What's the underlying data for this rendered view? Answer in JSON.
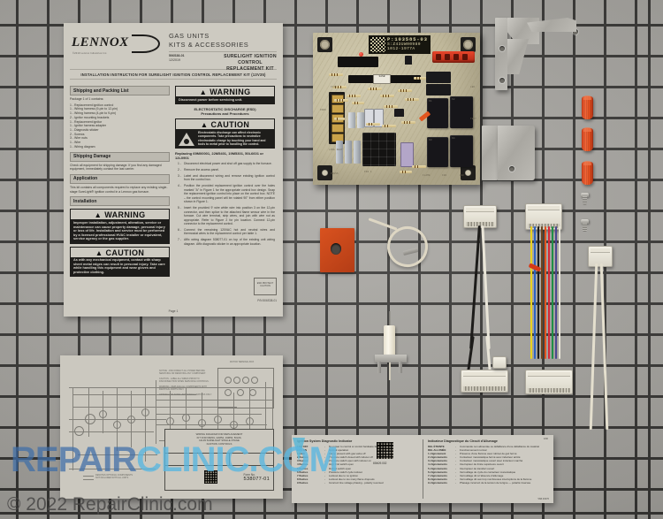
{
  "meta": {
    "watermark_main_dark": "REPAIR",
    "watermark_main_light": "CLINIC.COM",
    "watermark_copyright": "© 2022 RepairClinic.com",
    "colors": {
      "pegboard": "#a3a19c",
      "paper": "#cfccc3",
      "pcb": "#cbc3a6",
      "wirenut_orange": "#e8501f",
      "gasket_orange": "#c8471a",
      "watermark_dark": "#3f6ea8",
      "watermark_light": "#5bb7e0"
    }
  },
  "instruction_sheet": {
    "brand": "LENNOX",
    "trademark": "©2019 Lennox Industries Inc.",
    "header_line1": "GAS UNITS",
    "header_line2": "KITS & ACCESSORIES",
    "doc_code": "506S38-01",
    "doc_date": "12/2019",
    "doc_supersedes": "Supersedes",
    "kit_title_line1": "SURELIGHT IGNITION CONTROL",
    "kit_title_line2": "REPLACEMENT KIT",
    "banner": "INSTALLATION INSTRUCTION FOR SURELIGHT IGNITION CONTROL REPLACEMENT KIT (13V35)",
    "sections": {
      "packing_head": "Shipping and Packing List",
      "packing_intro": "Package 1 of 1 contains:",
      "packing_items": [
        "1 - Replacement ignition control",
        "1 - Wiring harness (9-pin to 12-pin)",
        "1 - Wiring harness (4-pin to 9-pin)",
        "2 - Ignitor mounting brackets",
        "1 - Replacement ignitor",
        "1 - Ignitor harness adapter",
        "1 - Diagnostic sticker",
        "2 - Screws",
        "3 - Wire nuts",
        "1 - Wire",
        "1 - Wiring diagram"
      ],
      "damage_head": "Shipping Damage",
      "damage_text": "Check all equipment for shipping damage. If you find any damaged equipment, immediately contact the last carrier.",
      "application_head": "Application",
      "application_text": "This kit contains all components required to replace any existing single-stage SureLight® ignition control in a Lennox gas furnace.",
      "installation_head": "Installation"
    },
    "warning1": {
      "title": "WARNING",
      "body": "Disconnect power before servicing unit."
    },
    "esd": {
      "line1": "ELECTROSTATIC DISCHARGE (ESD)",
      "line2": "Precautions and Procedures",
      "caution_title": "CAUTION",
      "caution_body": "Electrostatic discharge can affect electronic components. Take precautions to neutralize electrostatic charge by touching your hand and tools to metal prior to handling the control."
    },
    "warning2": {
      "title": "WARNING",
      "body": "Improper installation, adjustment, alteration, service or maintenance can cause property damage, personal injury or loss of life. Installation and service must be performed by a licensed professional HVAC installer or equivalent, service agency or the gas supplier."
    },
    "caution2": {
      "title": "CAUTION",
      "body": "As with any mechanical equipment, contact with sharp sheet metal edges can result in personal injury. Take care while handling this equipment and wear gloves and protective clothing."
    },
    "replacing_line": "Replacing 69M00001, 22M5401, 19M5301, 50L6601 or 12L0901",
    "steps": [
      "Disconnect electrical power and shut off gas supply to the furnace.",
      "Remove the access panel.",
      "Label and disconnect wiring and remove existing ignition control from the control box.",
      "Position the provided replacement ignition control over the holes marked \"A\" in Figure 1 for the appropriate control box design. Snap the replacement ignition control into place on the control box. NOTE – the control mounting panel will be rotated 90° from either position shown in Figure 1.",
      "Insert the provided 9' wire white wire into position 3 on the 12-pin connector, and then splice to the attached flame sensor wire in the furnace. Cut wire terminal, strip wires, and join with wire nut as appropriate. Refer to Figure 2 for pin location. Connect 12-pin connector to the replacement control.",
      "Connect the remaining 120VAC hot and neutral wires and thermostat wires to the replacement control per table 1.",
      "Affix wiring diagram 538077-01 on top of the existing unit wiring diagram. Affix diagnostic sticker in an appropriate location."
    ],
    "footer_code": "P/N 506S38-01",
    "page_label": "Page 1",
    "esd_logo": "ESD PROTECT CAUTION"
  },
  "circuit_board": {
    "part_label_line1": "P:103585-03",
    "part_label_line2": "S:Z43UW00980",
    "part_label_line3": "1012-1977A",
    "fuse_label": "3ASB",
    "silkscreen": [
      "XFMR",
      "LINE NEUT",
      "PARK",
      "W",
      "G",
      "Y",
      "R",
      "C",
      "HUM",
      "EAC",
      "PRESS",
      "FLAME",
      "IGN",
      "PIN 1",
      "LED",
      "TEST"
    ],
    "relay_labels": [
      "K1",
      "K2",
      "K3",
      "K4"
    ]
  },
  "hardware": {
    "brackets_label": "Ignitor mounting brackets",
    "wirenuts_label": "Wire nuts",
    "wirenuts_count": 3,
    "screws_label": "Screws",
    "screws_count": 2,
    "gasket_label": "Ignitor gasket",
    "igniter_label": "Replacement ignitor",
    "sensor_wire_label": "Flame sensor wire",
    "harness_9_to_12_label": "Wiring harness (9-pin to 12-pin)",
    "harness_4_to_9_label": "Wiring harness (4-pin to 9-pin)",
    "adapter_label": "Ignitor harness adapter"
  },
  "wiring_diagram_sheet": {
    "form_no_label": "Form No.",
    "form_no_value": "538077-01",
    "title_line1": "WIRING DIAGRAM FOR REPLACEMENT",
    "title_line2": "KIT FOR 69M01, 22M54, 19M53, 50L66,",
    "title_line3": "12L09 SURELIGHT SINGLE-STAGE",
    "title_line4": "IGNITION CONTROLS",
    "legend_note": "DENOTES OPTIONAL COMPONENTS\nNOT INCLUDED WITH ALL UNITS",
    "notes": [
      "NOTICE - DISCONNECT ALL POWER BEFORE SERVICING OR REMOVING ANY COMPONENT.",
      "CAUTION - LABEL ALL WIRES PRIOR TO DISCONNECTION WHEN SERVICING CONTROLS.",
      "WARNING - REPLACE ALL COMPONENTS WITH IDENTICAL PARTS ONLY.",
      "OPTIONAL ON SOME UNIT CONFIGURATIONS ONLY."
    ],
    "block_label": "MOTOR TERMINAL BOX"
  },
  "diagnostic_sticker": {
    "left_title": "Ignition System Diagnostic Indicator",
    "left_rows": [
      [
        "LED OFF",
        "No power to control or control hardware fault detected"
      ],
      [
        "LED ON",
        "Normal operation"
      ],
      [
        "1 flash",
        "Flame present with gas valve off"
      ],
      [
        "2 flashes",
        "Pressure switch closed with inducer off"
      ],
      [
        "3 flashes",
        "Pressure switch open with inducer on"
      ],
      [
        "4 flashes",
        "High limit switch open"
      ],
      [
        "5 flashes",
        "Rollout switch open"
      ],
      [
        "6 flashes",
        "Pressure switch cycle lockout"
      ],
      [
        "7 flashes",
        "Lockout due to no ignition"
      ],
      [
        "8 flashes",
        "Lockout due to too many flame dropouts"
      ],
      [
        "9 flashes",
        "Incorrect line voltage phasing - polarity reversed"
      ]
    ],
    "right_title": "Indicateur Diagnostique du Circuit d'Allumage",
    "right_rows": [
      [
        "DEL ÉTEINTE",
        "Commande non alimentée ou défaillance d'une défaillance du matériel"
      ],
      [
        "DEL ALLUMÉE",
        "Fonctionnement normal"
      ],
      [
        "1 clignotement",
        "Présence d'une flamme avec robinet de gaz fermé"
      ],
      [
        "2 clignotements",
        "Contacteur manostatique fermé avec inducteur arrêté"
      ],
      [
        "3 clignotements",
        "Contacteur manostatique ouvert avec inducteur marché"
      ],
      [
        "4 clignotements",
        "Interrupteur de limite supérieure ouvert"
      ],
      [
        "5 clignotements",
        "Interrupteur de transfert ouvert"
      ],
      [
        "6 clignotements",
        "Verrouillage de cycle du contacteur manostatique"
      ],
      [
        "7 clignotements",
        "Verrouillage dû à l'absence d'allumage"
      ],
      [
        "8 clignotements",
        "Verrouillage dû aux trop nombreuses interruptions de la flamme"
      ],
      [
        "9 clignotements",
        "Phasage incorrect de la tension de la ligne — polarité inversée"
      ]
    ],
    "part_number": "69A09.002",
    "top_right": "1/60",
    "bottom_right": "TAB  40376"
  }
}
